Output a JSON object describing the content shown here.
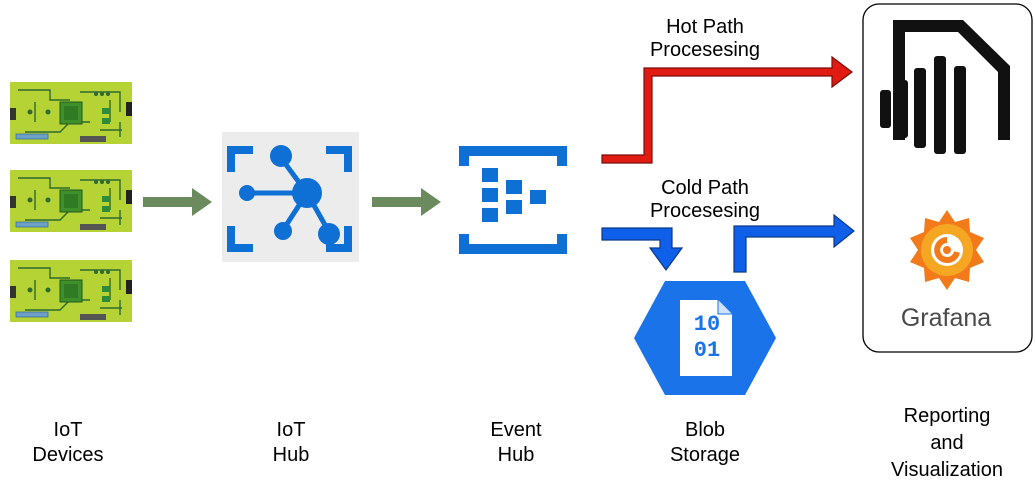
{
  "colors": {
    "board_green": "#b5d334",
    "chip_green": "#3f8f2a",
    "flow_arrow": "#6b8a5e",
    "azure_blue": "#0e6fd4",
    "hot_path": "#e11b12",
    "cold_path": "#0f5fe8",
    "blob_blue": "#1a73e8",
    "grafana_orange": "#f27a1a",
    "grafana_text": "#4a4a4a",
    "hub_tile": "#ececec"
  },
  "icons": {
    "iot_devices": "circuit-board-icon",
    "iot_hub": "iot-hub-icon",
    "event_hub": "event-hub-icon",
    "blob_storage": "blob-storage-icon",
    "power_bi": "power-bi-icon",
    "grafana": "grafana-icon"
  },
  "paths": {
    "hot": {
      "line1": "Hot Path",
      "line2": "Procesesing"
    },
    "cold": {
      "line1": "Cold Path",
      "line2": "Procesesing"
    }
  },
  "grafana_wordmark": "Grafana",
  "blob_glyph": {
    "line1": "10",
    "line2": "01"
  },
  "labels": {
    "iot_devices": {
      "line1": "IoT",
      "line2": "Devices"
    },
    "iot_hub": {
      "line1": "IoT",
      "line2": "Hub"
    },
    "event_hub": {
      "line1": "Event",
      "line2": "Hub"
    },
    "blob_storage": {
      "line1": "Blob",
      "line2": "Storage"
    },
    "reporting": {
      "line1": "Reporting",
      "line2": "and",
      "line3": "Visualization"
    }
  }
}
